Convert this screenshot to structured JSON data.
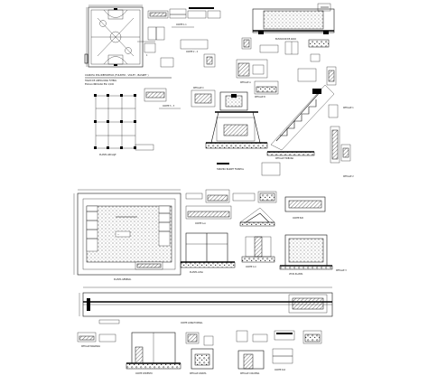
{
  "sheet": {
    "title_court": "CANCHA POLIDEPORTIVA (FULBITO , VOLEY , BASKET )",
    "court_notes": [
      "TRAZO DE LINEAS PARA FUTBOL",
      "ESCALA INDICADA   ESC 1/100"
    ],
    "labels": {
      "corte_11": "CORTE 1-1",
      "corte_22": "CORTE 2 - 2",
      "corte_33": "CORTE 3 - 3",
      "elevacion_arco": "ELEVACION DE ARCO",
      "detalle_a": "DETALLE A",
      "detalle_b": "DETALLE B",
      "detalle_c": "DETALLE C",
      "tablero_basket": "TABLERO BASKET FRONTAL",
      "planta_anclaje": "PLANTA ANCLAJE",
      "detalle_tribuna": "DETALLE TRIBUNA",
      "planta_general": "PLANTA GENERAL",
      "planta_losa": "PLANTA LOSA",
      "corte_a": "CORTE A-A",
      "corte_b": "CORTE B-B",
      "corte_c": "CORTE C-C",
      "vista_planta": "VISTA PLANTA",
      "corte_longitudinal": "CORTE LONGITUDINAL",
      "detalle_baranda": "DETALLE BARANDA",
      "corte_cimiento": "CORTE CIMIENTO",
      "detalle_zapata": "DETALLE ZAPATA",
      "detalle_columna": "DETALLE COLUMNA",
      "corte_d": "CORTE D-D",
      "detalle_1": "DETALLE 1",
      "detalle_2": "DETALLE 2",
      "detalle_3": "DETALLE 3"
    }
  }
}
